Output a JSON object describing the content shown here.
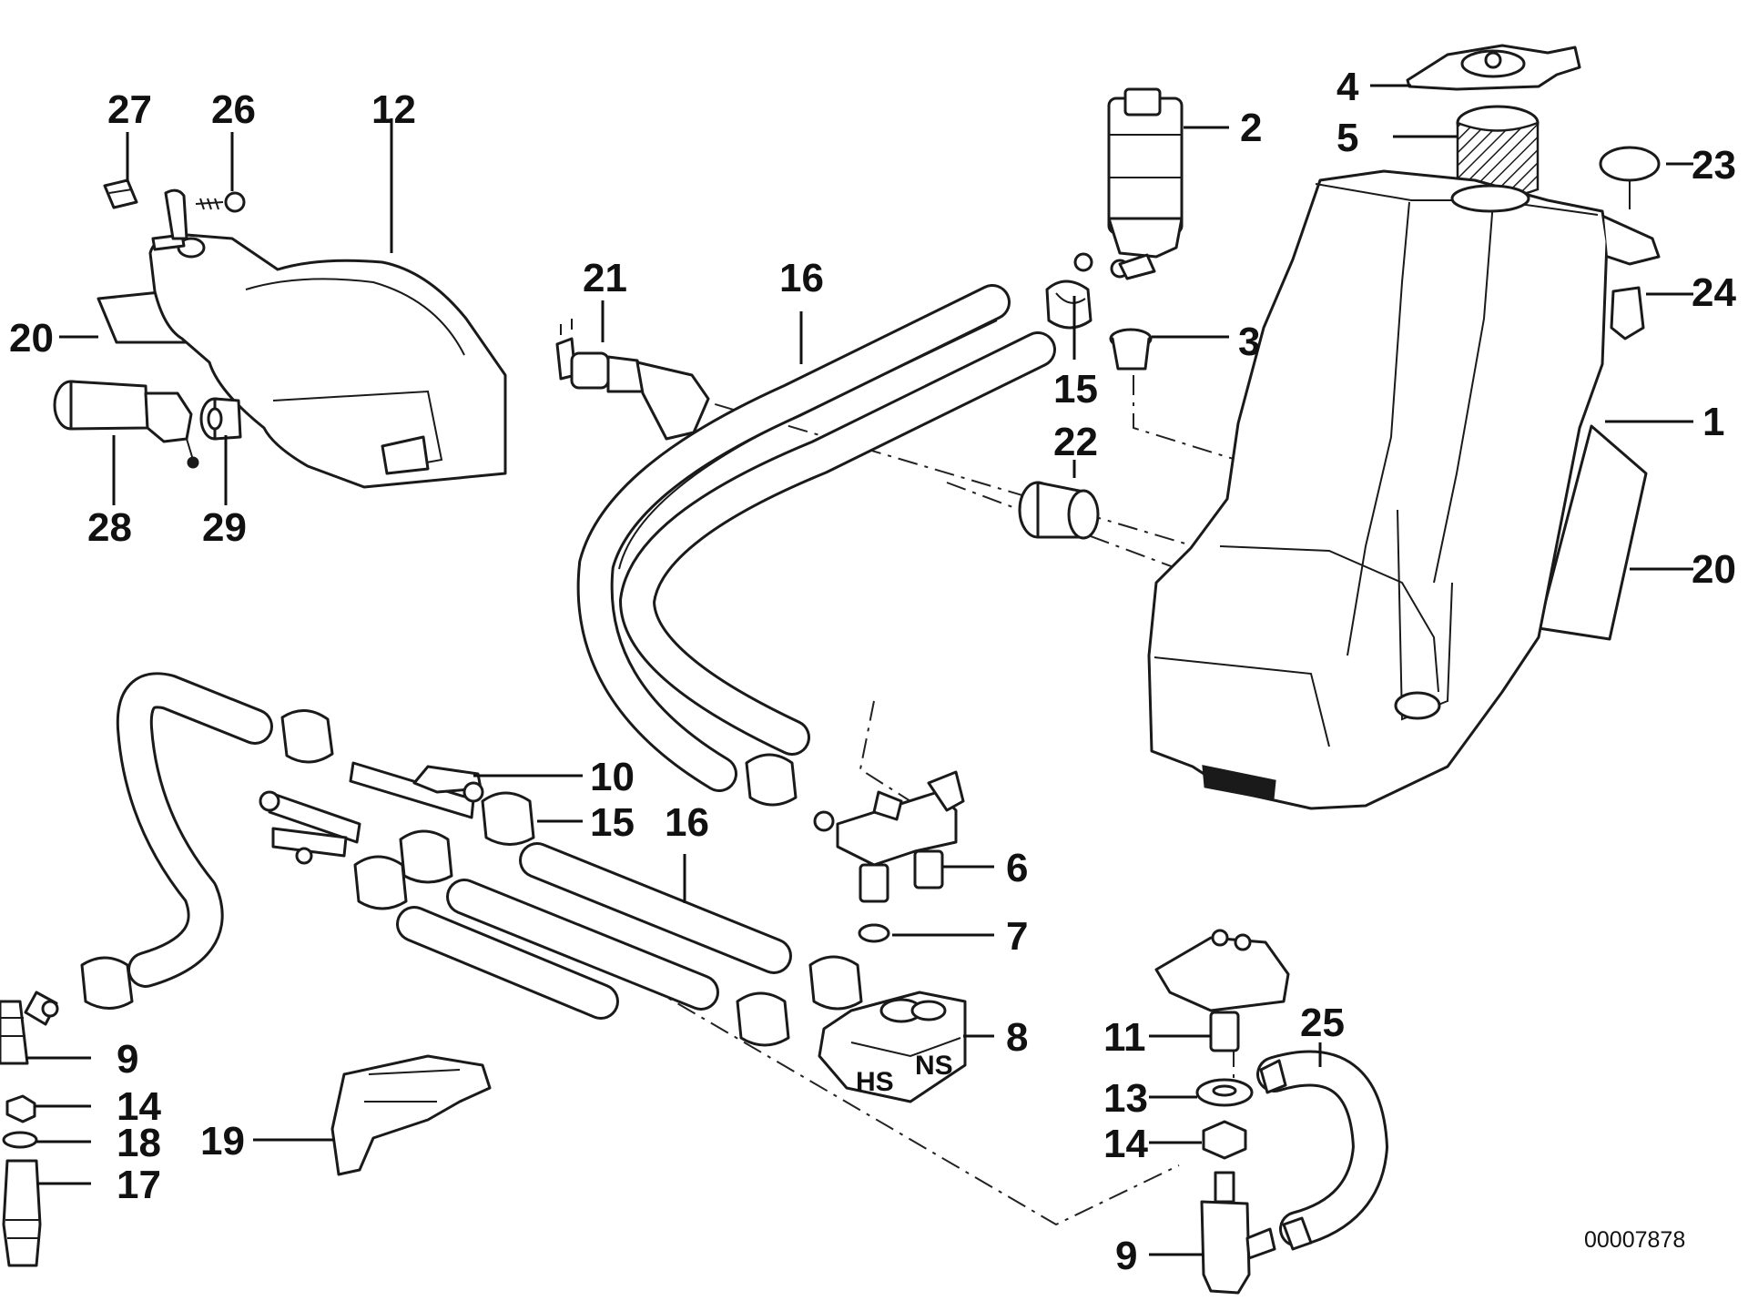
{
  "diagram": {
    "document_number": "00007878",
    "callouts": {
      "c1": "1",
      "c2": "2",
      "c3": "3",
      "c4": "4",
      "c5": "5",
      "c6": "6",
      "c7": "7",
      "c8": "8",
      "c9a": "9",
      "c9b": "9",
      "c10": "10",
      "c11": "11",
      "c12": "12",
      "c13": "13",
      "c14a": "14",
      "c14b": "14",
      "c15a": "15",
      "c15b": "15",
      "c16a": "16",
      "c16b": "16",
      "c17": "17",
      "c18": "18",
      "c19": "19",
      "c20a": "20",
      "c20b": "20",
      "c21": "21",
      "c22": "22",
      "c23": "23",
      "c24": "24",
      "c25": "25",
      "c26": "26",
      "c27": "27",
      "c28": "28",
      "c29": "29"
    },
    "valve_markings": {
      "hs": "HS",
      "ns": "NS"
    }
  }
}
